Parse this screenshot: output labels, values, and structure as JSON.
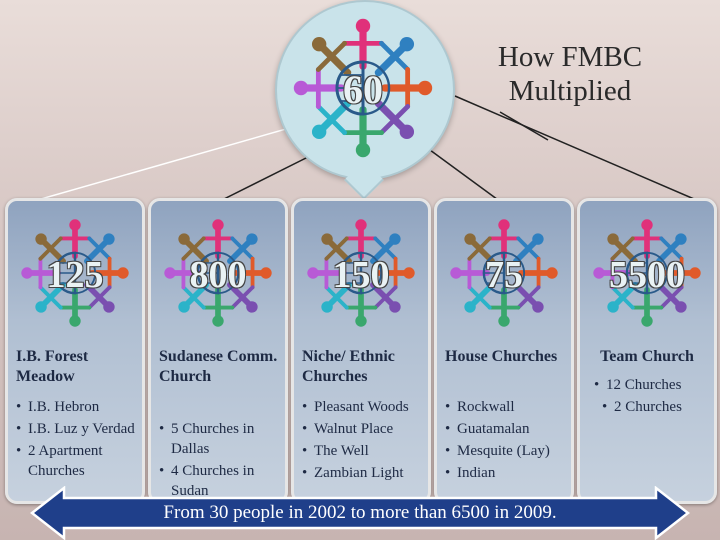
{
  "title": "How FMBC Multiplied",
  "top": {
    "number": "60"
  },
  "cards": [
    {
      "number": "125",
      "heading": "I.B. Forest Meadow",
      "items": [
        "I.B. Hebron",
        "I.B. Luz y Verdad",
        "2 Apartment Churches"
      ]
    },
    {
      "number": "800",
      "heading": "Sudanese Comm. Church",
      "items": [
        "5 Churches in Dallas",
        "4 Churches in Sudan"
      ]
    },
    {
      "number": "150",
      "heading": "Niche/ Ethnic Churches",
      "items": [
        "Pleasant Woods",
        "Walnut Place",
        "The Well",
        "Zambian Light"
      ]
    },
    {
      "number": "75",
      "heading": "House Churches",
      "items": [
        "Rockwall",
        "Guatamalan",
        "Mesquite (Lay)",
        "Indian"
      ]
    },
    {
      "number": "5500",
      "heading": "Team Church",
      "items": [
        "12 Churches",
        "2 Churches"
      ]
    }
  ],
  "banner": "From 30 people  in 2002 to more than 6500 in 2009.",
  "colors": {
    "card_top": "#8fa3bf",
    "card_bottom": "#c6d1de",
    "circle": "#c9e3ea",
    "arrow": "#1f3f8a",
    "figures": [
      "#e0317a",
      "#2f80c0",
      "#e05a2a",
      "#7a4fb0",
      "#3aa76d",
      "#2bb3c9",
      "#b85ad6",
      "#8a6a3a"
    ]
  }
}
